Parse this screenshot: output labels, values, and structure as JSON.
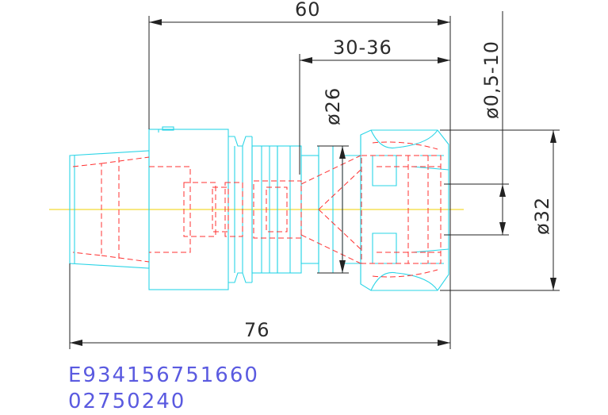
{
  "dimensions": {
    "overall_length": "76",
    "body_length": "60",
    "clamping_range": "30-36",
    "shank_diameter": "ø26",
    "collet_range": "ø0,5-10",
    "nut_diameter": "ø32"
  },
  "part_codes": {
    "order_number": "E934156751660",
    "part_number": "02750240"
  },
  "colors": {
    "outline": "#2ad4e6",
    "hidden_lines": "#ff3030",
    "centerline": "#f0d000",
    "dimensions": "#222222",
    "code_text": "#5a5ae0"
  }
}
